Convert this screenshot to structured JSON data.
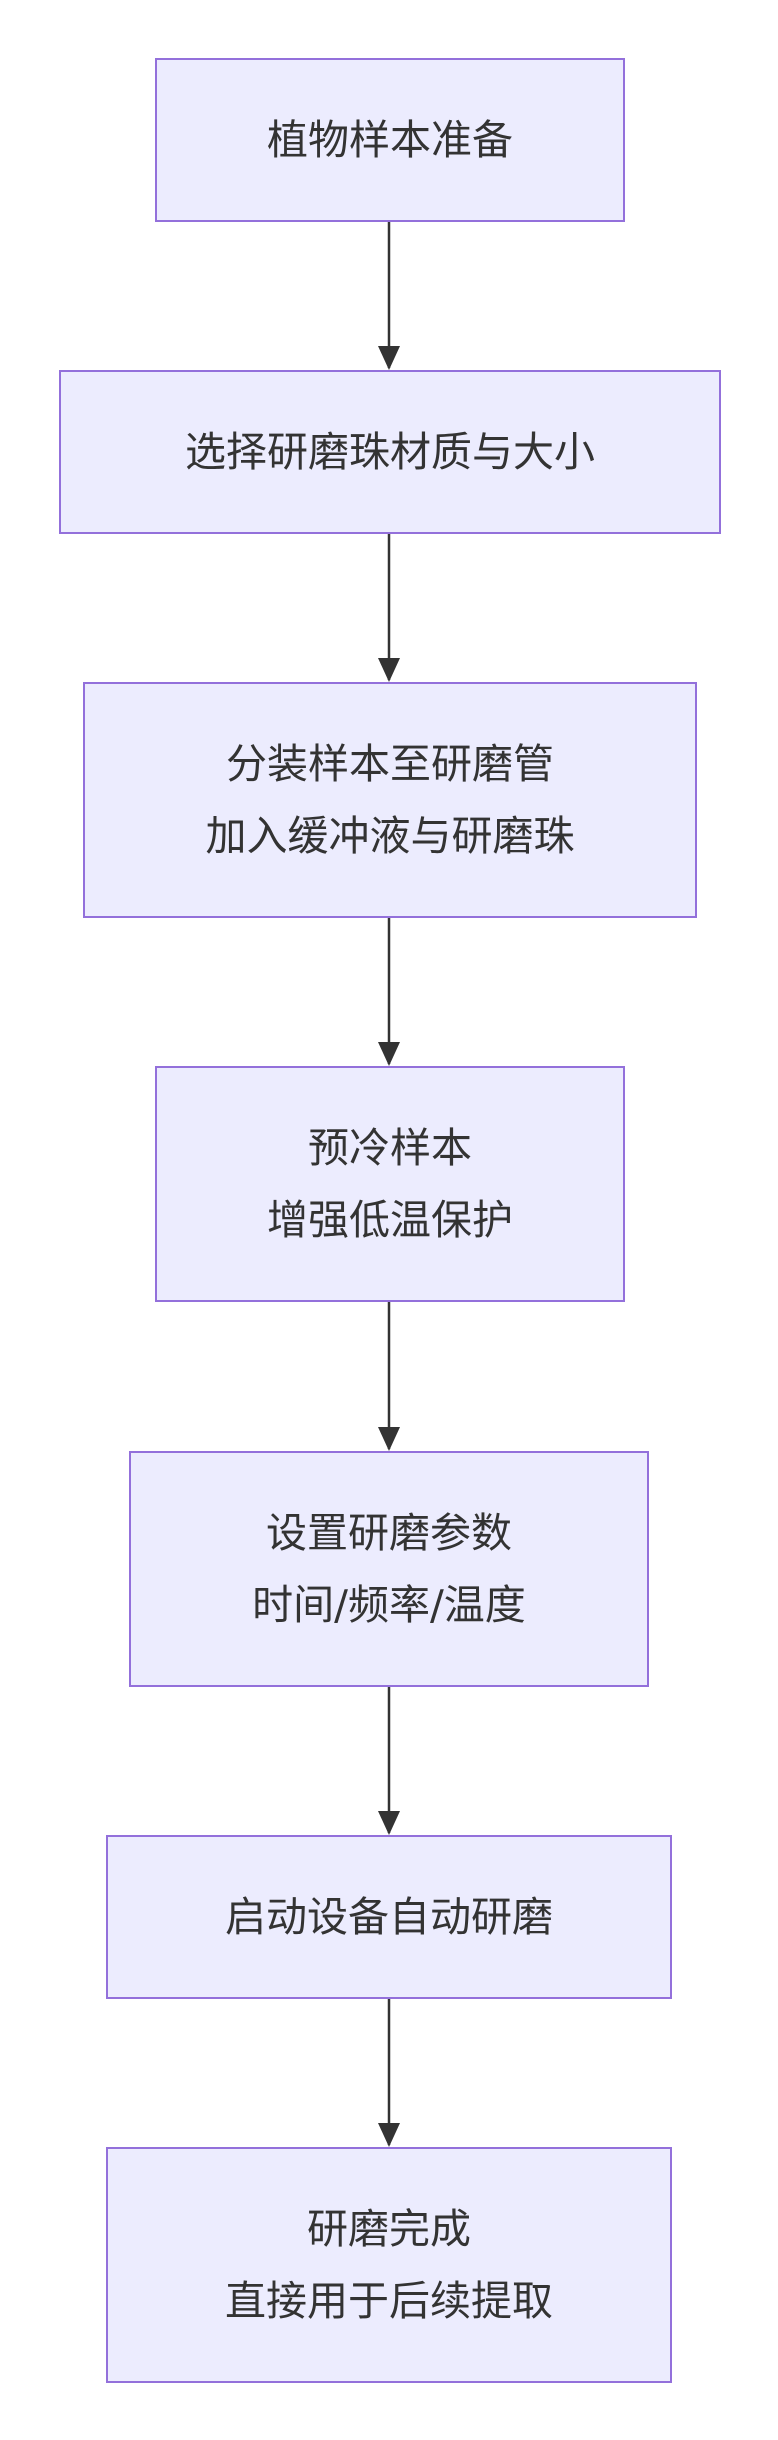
{
  "diagram": {
    "type": "flowchart",
    "direction": "top-to-bottom",
    "colors": {
      "node_fill": "#ececfe",
      "node_border": "#9370db",
      "text": "#333333",
      "edge": "#333333"
    },
    "nodes": [
      {
        "id": "n1",
        "lines": [
          "植物样本准备"
        ]
      },
      {
        "id": "n2",
        "lines": [
          "选择研磨珠材质与大小"
        ]
      },
      {
        "id": "n3",
        "lines": [
          "分装样本至研磨管",
          "加入缓冲液与研磨珠"
        ]
      },
      {
        "id": "n4",
        "lines": [
          "预冷样本",
          "增强低温保护"
        ]
      },
      {
        "id": "n5",
        "lines": [
          "设置研磨参数",
          "时间/频率/温度"
        ]
      },
      {
        "id": "n6",
        "lines": [
          "启动设备自动研磨"
        ]
      },
      {
        "id": "n7",
        "lines": [
          "研磨完成",
          "直接用于后续提取"
        ]
      }
    ],
    "edges": [
      {
        "from": "n1",
        "to": "n2"
      },
      {
        "from": "n2",
        "to": "n3"
      },
      {
        "from": "n3",
        "to": "n4"
      },
      {
        "from": "n4",
        "to": "n5"
      },
      {
        "from": "n5",
        "to": "n6"
      },
      {
        "from": "n6",
        "to": "n7"
      }
    ]
  }
}
